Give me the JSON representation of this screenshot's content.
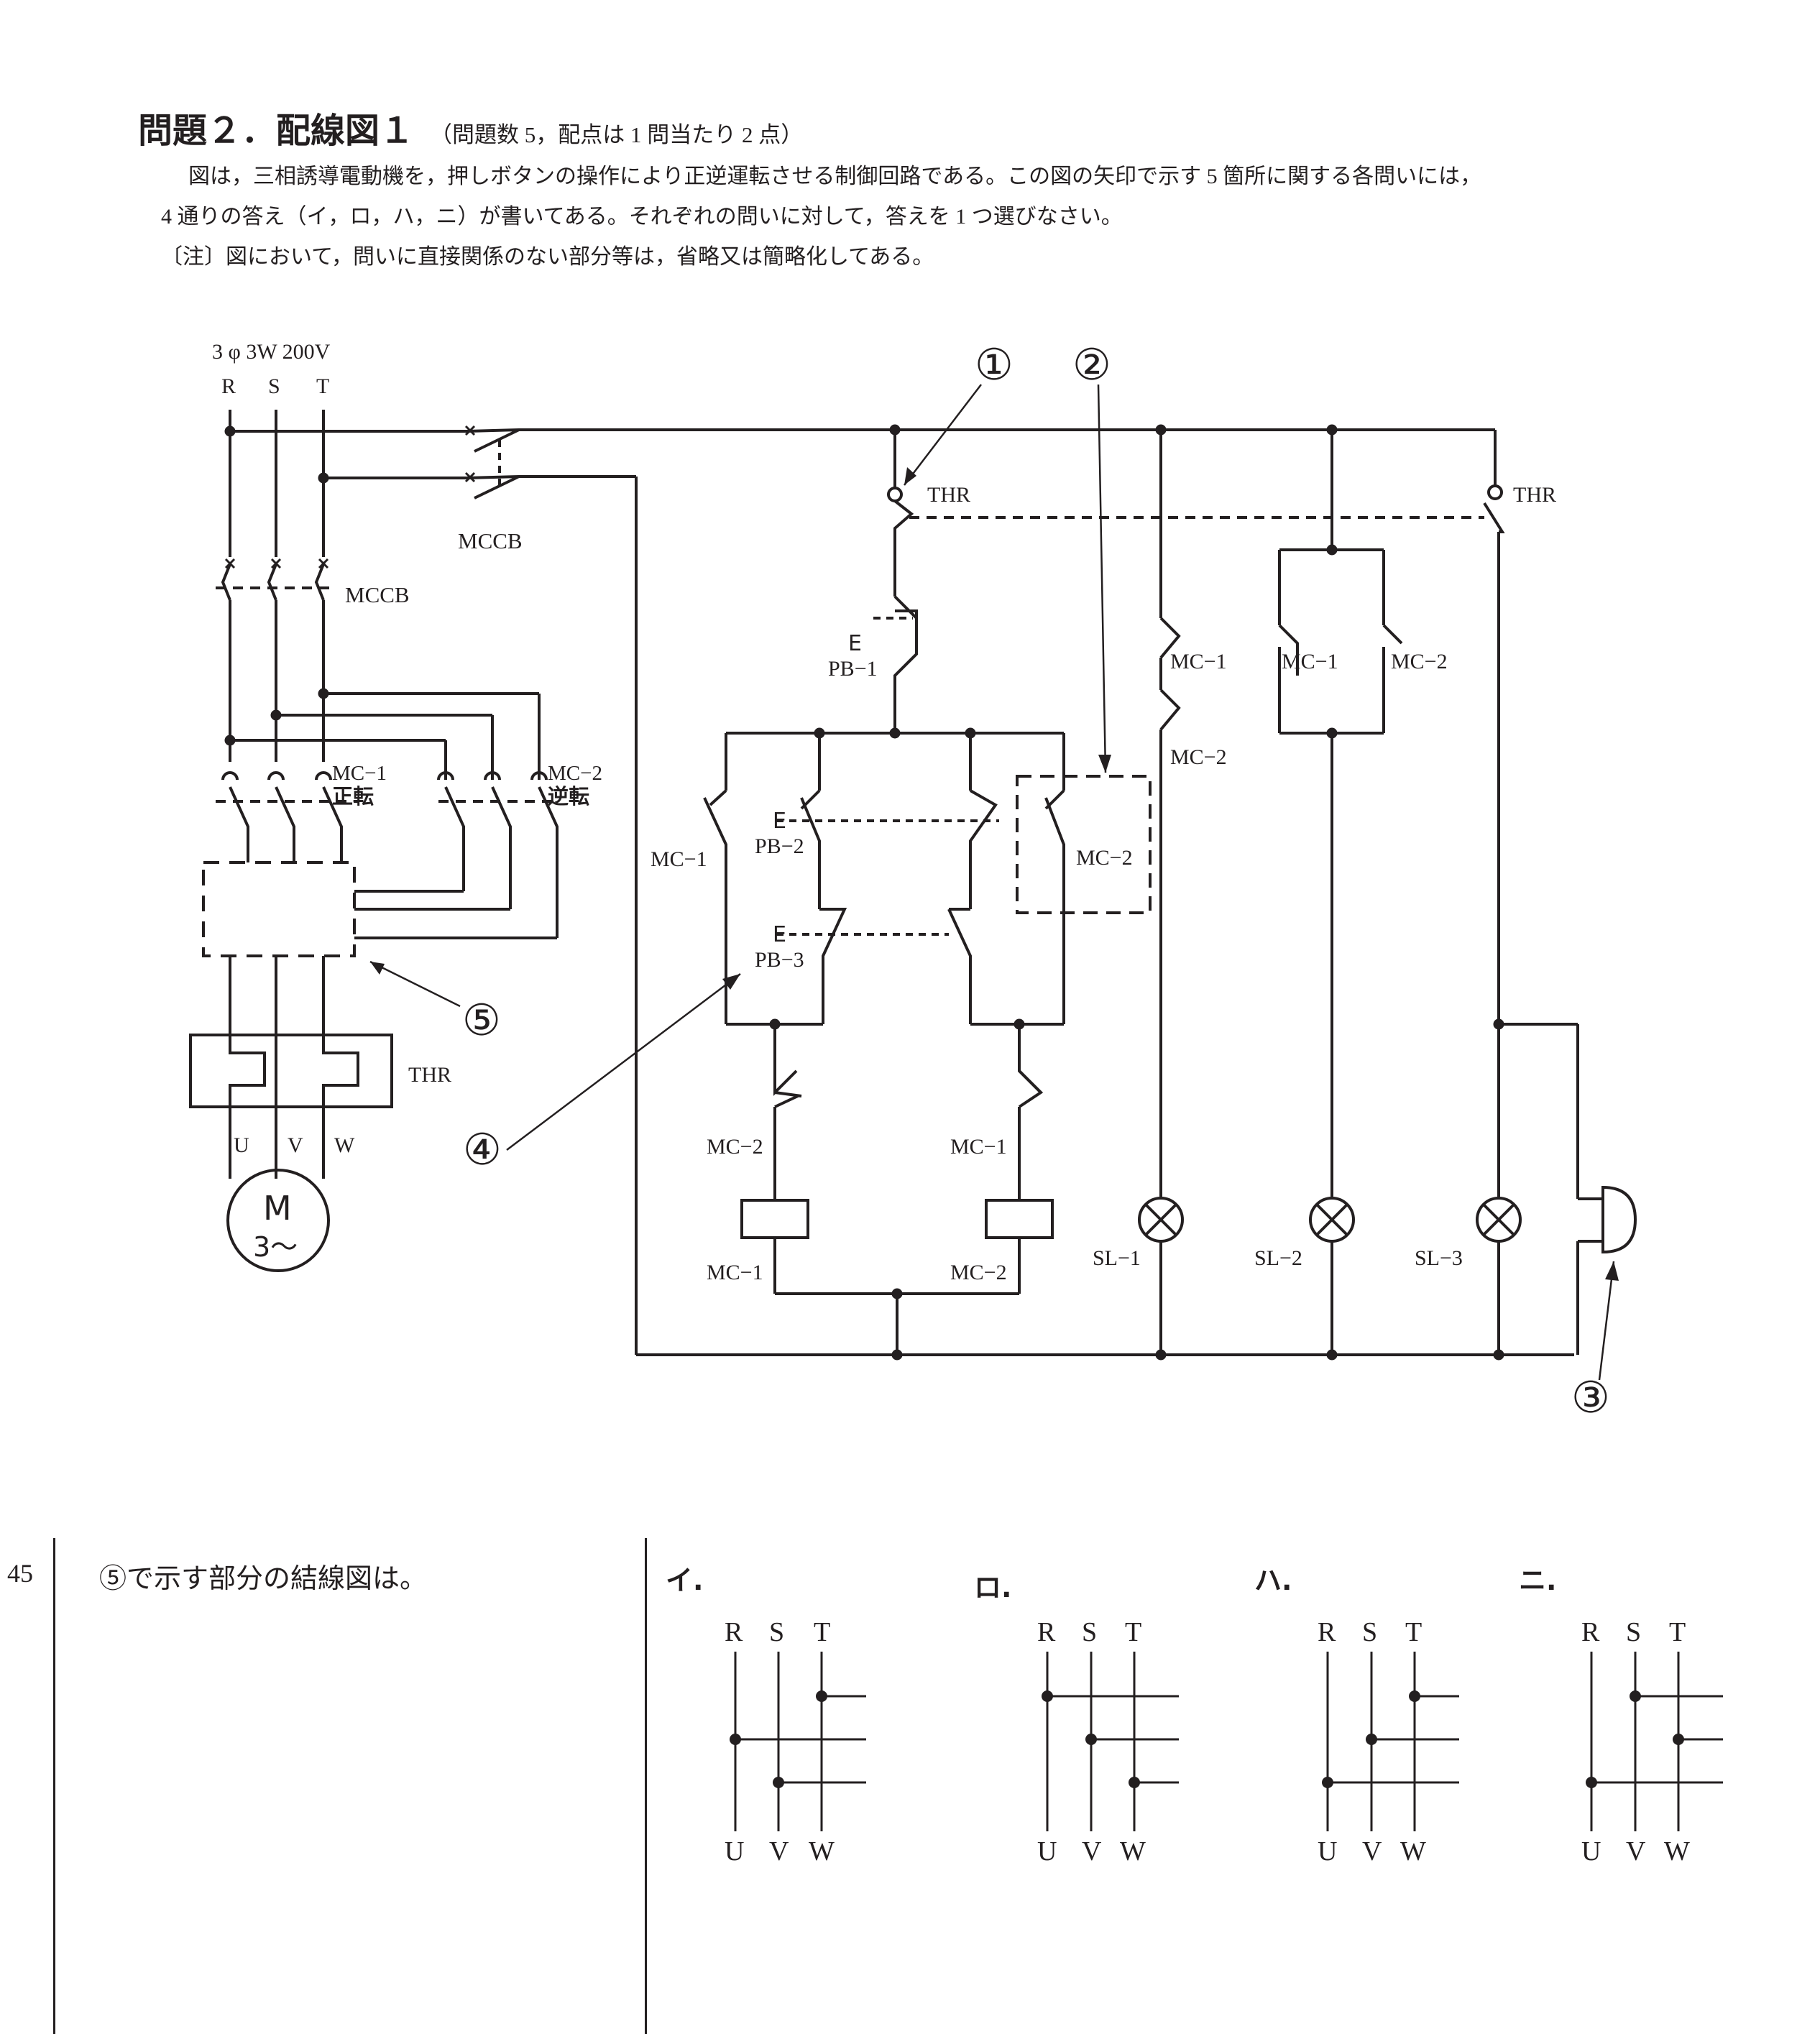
{
  "header": {
    "title": "問題２．配線図１",
    "subtitle": "（問題数 5，配点は 1 問当たり 2 点）",
    "line1": "図は，三相誘導電動機を，押しボタンの操作により正逆運転させる制御回路である。この図の矢印で示す 5 箇所に関する各問いには，",
    "line2": "4 通りの答え（イ，ロ，ハ，ニ）が書いてある。それぞれの問いに対して，答えを 1 つ選びなさい。",
    "note": "〔注〕図において，問いに直接関係のない部分等は，省略又は簡略化してある。"
  },
  "diagram": {
    "supply": "3 φ 3W 200V",
    "phase_r": "R",
    "phase_s": "S",
    "phase_t": "T",
    "mccb": "MCCB",
    "mc1_main": "MC−1",
    "forward": "正転",
    "mc2_main": "MC−2",
    "reverse": "逆転",
    "thr": "THR",
    "u": "U",
    "v": "V",
    "w": "W",
    "motor": "M",
    "motor_sub": "3〜",
    "e": "E",
    "pb1": "PB−1",
    "pb2": "PB−2",
    "pb3": "PB−3",
    "mc1": "MC−1",
    "mc2": "MC−2",
    "sl1": "SL−1",
    "sl2": "SL−2",
    "sl3": "SL−3",
    "c1": "①",
    "c2": "②",
    "c3": "③",
    "c4": "④",
    "c5": "⑤"
  },
  "question": {
    "number": "45",
    "text": "⑤で示す部分の結線図は。",
    "options": [
      {
        "label": "イ.",
        "top": [
          "R",
          "S",
          "T"
        ],
        "bottom": [
          "U",
          "V",
          "W"
        ]
      },
      {
        "label": "ロ.",
        "top": [
          "R",
          "S",
          "T"
        ],
        "bottom": [
          "U",
          "V",
          "W"
        ]
      },
      {
        "label": "ハ.",
        "top": [
          "R",
          "S",
          "T"
        ],
        "bottom": [
          "U",
          "V",
          "W"
        ]
      },
      {
        "label": "ニ.",
        "top": [
          "R",
          "S",
          "T"
        ],
        "bottom": [
          "U",
          "V",
          "W"
        ]
      }
    ]
  }
}
